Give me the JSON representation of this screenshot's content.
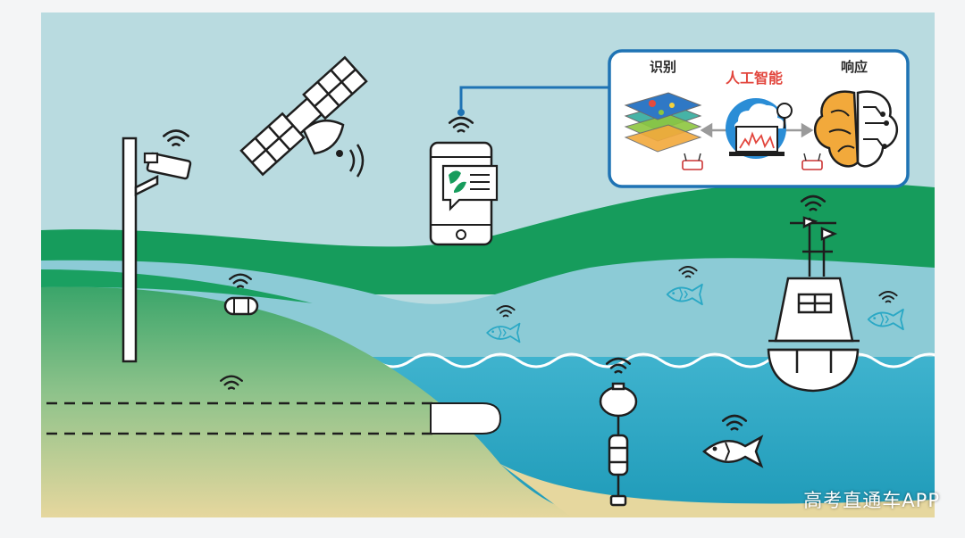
{
  "panel": {
    "identify_label": "识别",
    "ai_label": "人工智能",
    "response_label": "响应"
  },
  "watermark": "高考直通车APP",
  "colors": {
    "sky": "#b9dbe0",
    "green": "#169c5c",
    "water": "#2aa8c5",
    "light_water": "#8ccbd6",
    "panel_border": "#1f73b4",
    "ai_text": "#e2463d",
    "outline": "#1e1e1e"
  },
  "icons": [
    "light-pole-icon",
    "camera-icon",
    "satellite-icon",
    "smartphone-icon",
    "wifi-icon",
    "fish-icon",
    "buoy-icon",
    "mooring-sensor-icon",
    "pipe-icon",
    "drifter-sensor-icon",
    "brain-icon",
    "cloud-laptop-icon",
    "data-layers-icon",
    "router-icon"
  ]
}
